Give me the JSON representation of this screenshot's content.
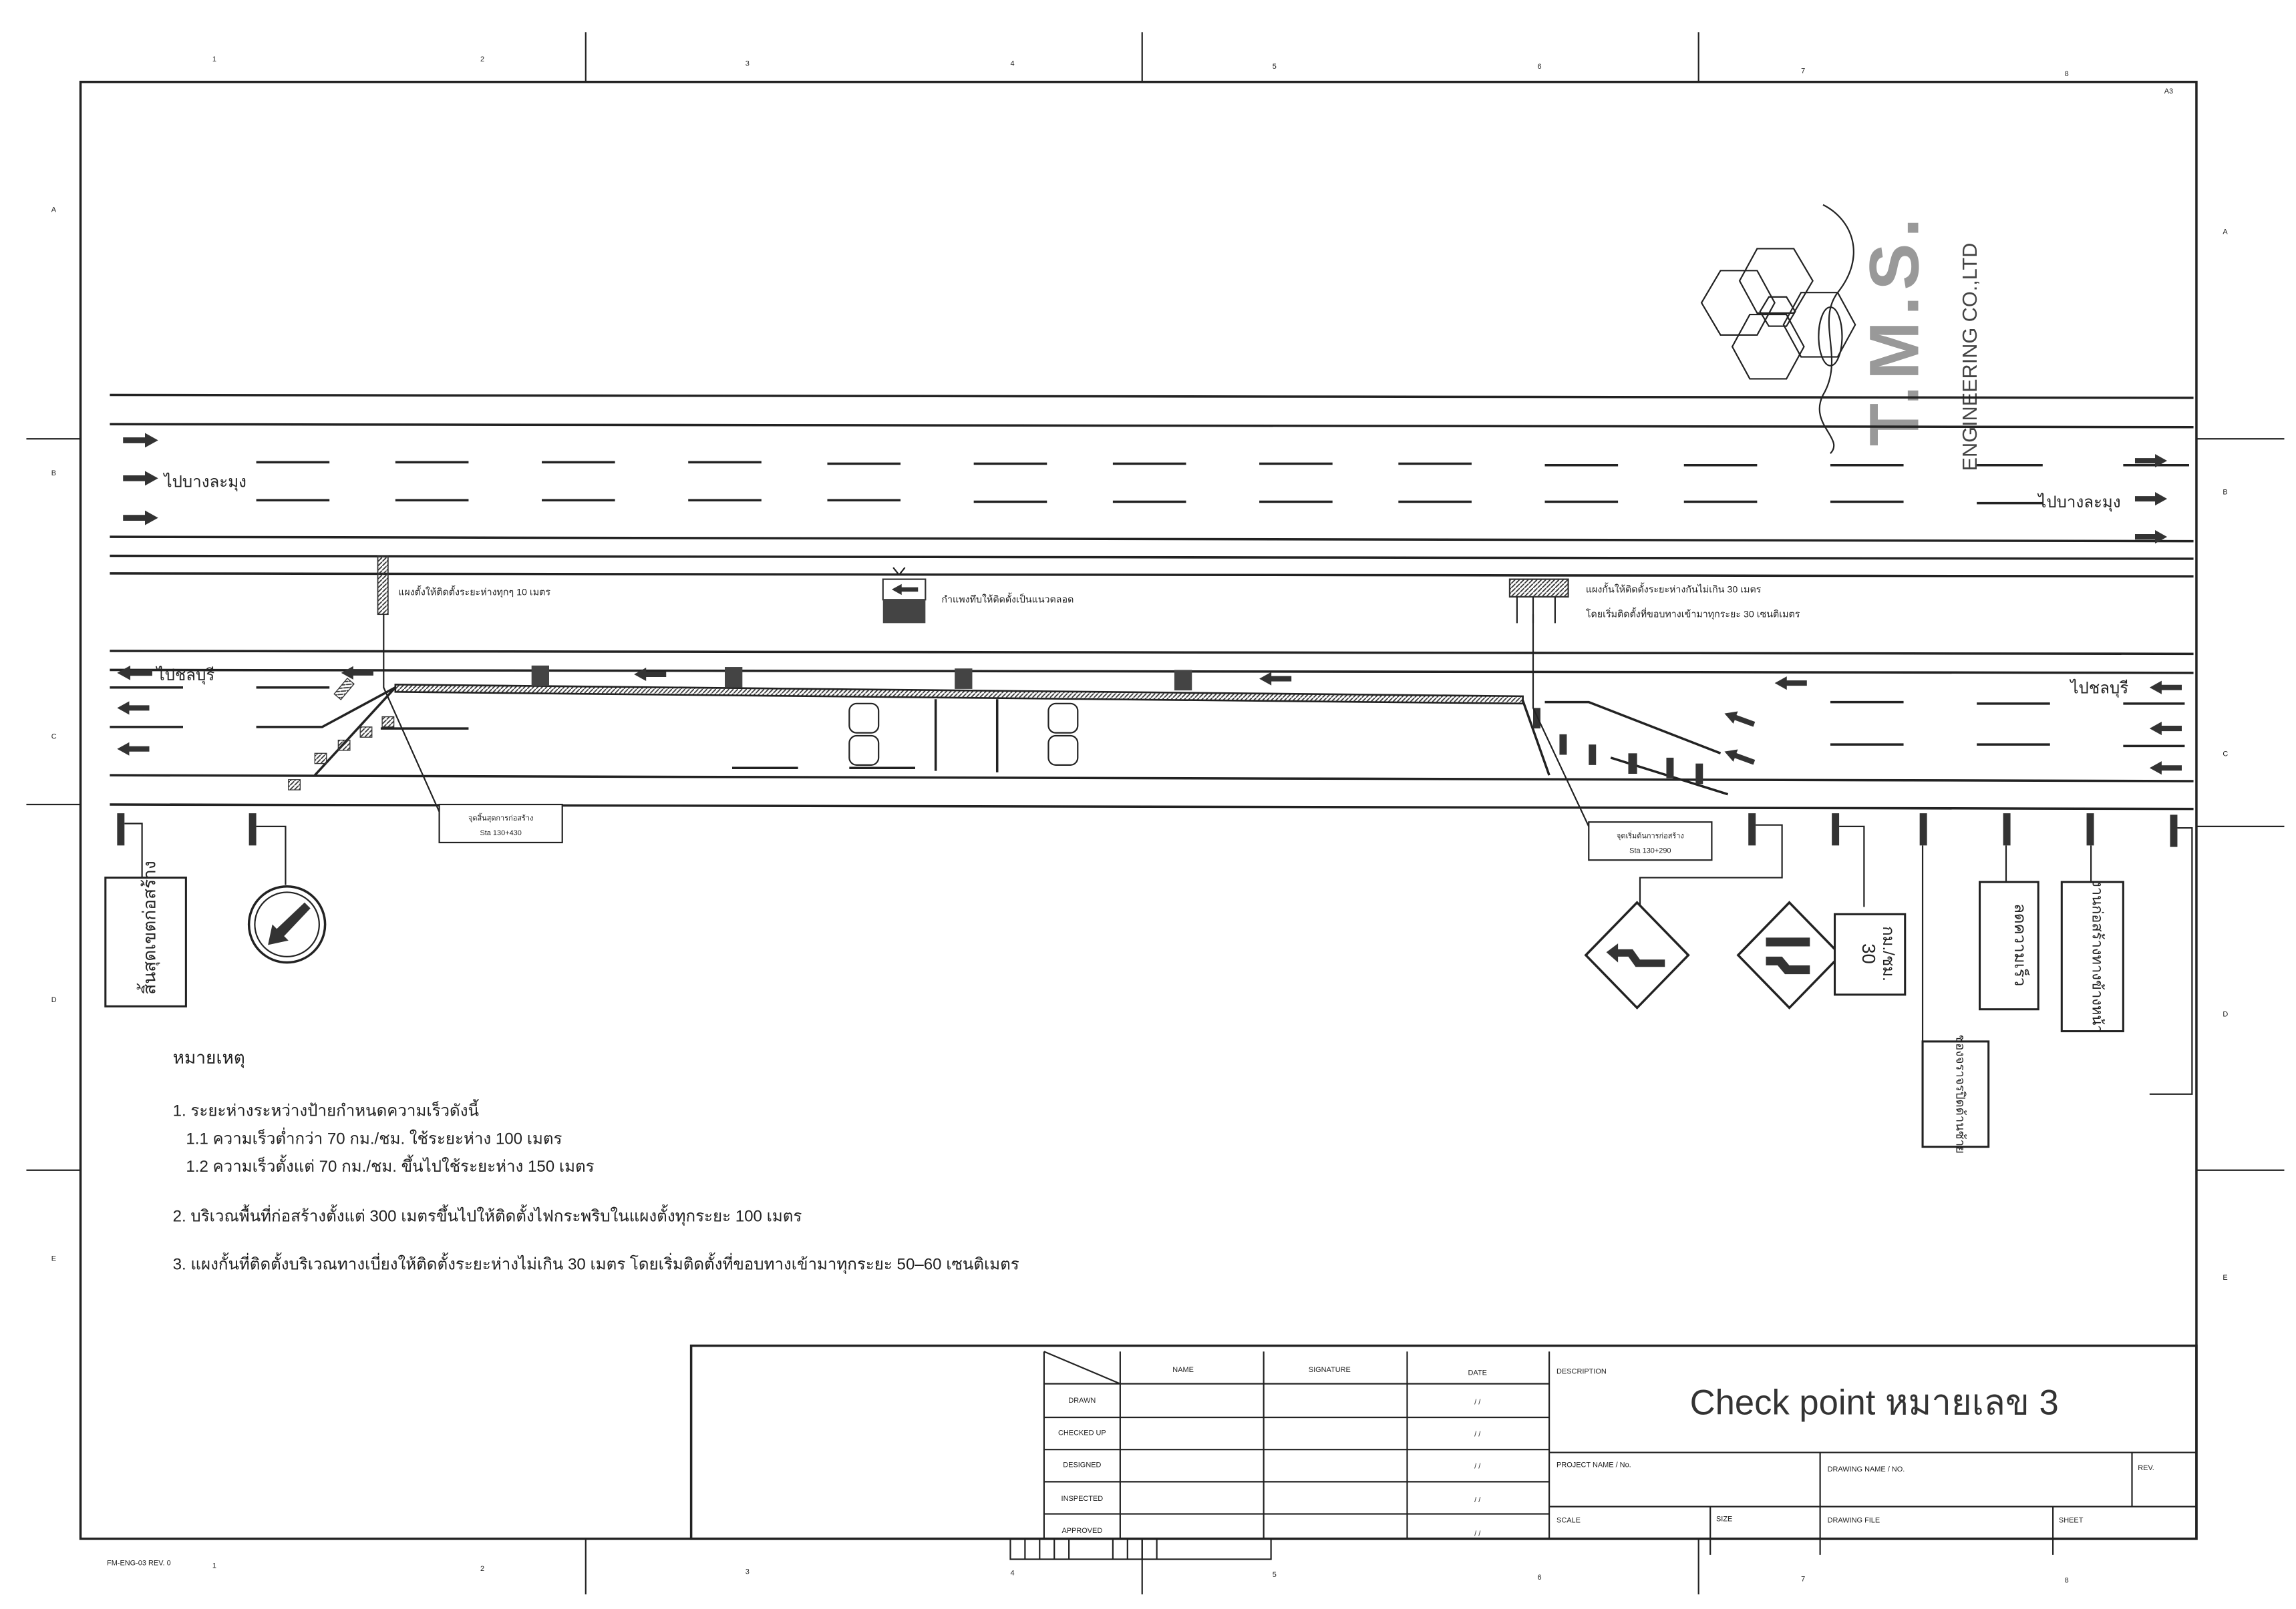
{
  "sheet": {
    "top_numbers": [
      "1",
      "2",
      "3",
      "4",
      "5",
      "6",
      "7",
      "8"
    ],
    "side_letters": [
      "A",
      "B",
      "C",
      "D",
      "E"
    ],
    "corner_code": "A3",
    "form_code": "FM-ENG-03 REV. 0"
  },
  "logo": {
    "brand": "T.M.S.",
    "company": "ENGINEERING CO.,LTD"
  },
  "road": {
    "to_bang_lamung_left": "ไปบางละมุง",
    "to_bang_lamung_right": "ไปบางละมุง",
    "to_chonburi_left": "ไปชลบุรี",
    "to_chonburi_right": "ไปชลบุรี",
    "legend_post": "แผงตั้งให้ติดตั้งระยะห่างทุกๆ 10 เมตร",
    "legend_barrier_wall": "กำแพงทึบให้ติดตั้งเป็นแนวตลอด",
    "legend_barricade_line1": "แผงกั้นให้ติดตั้งระยะห่างกันไม่เกิน 30 เมตร",
    "legend_barricade_line2": "โดยเริ่มติดตั้งที่ขอบทางเข้ามาทุกระยะ 30 เซนติเมตร",
    "end_point_label": "จุดสิ้นสุดการก่อสร้าง",
    "end_point_sta": "Sta 130+430",
    "start_point_label": "จุดเริ่มต้นการก่อสร้าง",
    "start_point_sta": "Sta 130+290"
  },
  "signs": {
    "end_zone": "สิ้นสุดเขตก่อสร้าง",
    "speed_limit_value": "30",
    "speed_limit_unit": "กม./ชม.",
    "slow_down": "ลดความเร็ว",
    "work_ahead": "งานก่อสร้างทางข้างหน้า",
    "left_lane_closed": "ช่องจราจรปิดด้านซ้าย"
  },
  "notes": {
    "heading": "หมายเหตุ",
    "n1": "1.  ระยะห่างระหว่างป้ายกำหนดความเร็วดังนี้",
    "n1_1": "1.1  ความเร็วต่ำกว่า 70  กม./ชม.  ใช้ระยะห่าง 100  เมตร",
    "n1_2": "1.2  ความเร็วตั้งแต่ 70  กม./ชม.  ขึ้นไปใช้ระยะห่าง 150  เมตร",
    "n2": "2.  บริเวณพื้นที่ก่อสร้างตั้งแต่ 300  เมตรขึ้นไปให้ติดตั้งไฟกระพริบในแผงตั้งทุกระยะ 100  เมตร",
    "n3": "3.  แผงกั้นที่ติดตั้งบริเวณทางเบี่ยงให้ติดตั้งระยะห่างไม่เกิน 30  เมตร โดยเริ่มติดตั้งที่ขอบทางเข้ามาทุกระยะ 50–60  เซนติเมตร"
  },
  "title_block": {
    "col_name": "NAME",
    "col_signature": "SIGNATURE",
    "col_date": "DATE",
    "rows": [
      "DRAWN",
      "CHECKED UP",
      "DESIGNED",
      "INSPECTED",
      "APPROVED"
    ],
    "date_placeholder": "/      /",
    "description_label": "DESCRIPTION",
    "description": "Check point หมายเลข 3",
    "project_label": "PROJECT NAME / No.",
    "drawing_name_label": "DRAWING NAME / NO.",
    "rev_label": "REV.",
    "scale_label": "SCALE",
    "size_label": "SIZE",
    "drawing_file_label": "DRAWING FILE",
    "sheet_label": "SHEET"
  }
}
